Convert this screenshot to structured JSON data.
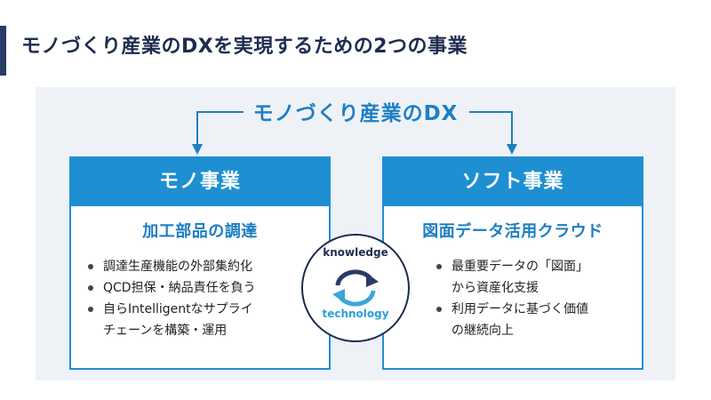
{
  "page": {
    "title": "モノづくり産業のDXを実現するための2つの事業"
  },
  "diagram": {
    "dx_title": "モノづくり産業のDX",
    "left_box": {
      "header": "モノ事業",
      "subtitle": "加工部品の調達",
      "bullets": [
        "調達生産機能の外部集約化",
        "QCD担保・納品責任を負う",
        "自らIntelligentなサプライ"
      ],
      "bullet_continuation": "チェーンを構築・運用"
    },
    "right_box": {
      "header": "ソフト事業",
      "subtitle": "図面データ活用クラウド",
      "bullets": [
        "最重要データの「図面」",
        "利用データに基づく価値"
      ],
      "bullet_continuations": [
        "から資産化支援",
        "の継続向上"
      ]
    },
    "cycle": {
      "top_label": "knowledge",
      "bottom_label": "technology"
    },
    "colors": {
      "accent_blue": "#1d8fd2",
      "navy": "#1e2c4f",
      "panel_bg": "#eef2f7"
    }
  }
}
